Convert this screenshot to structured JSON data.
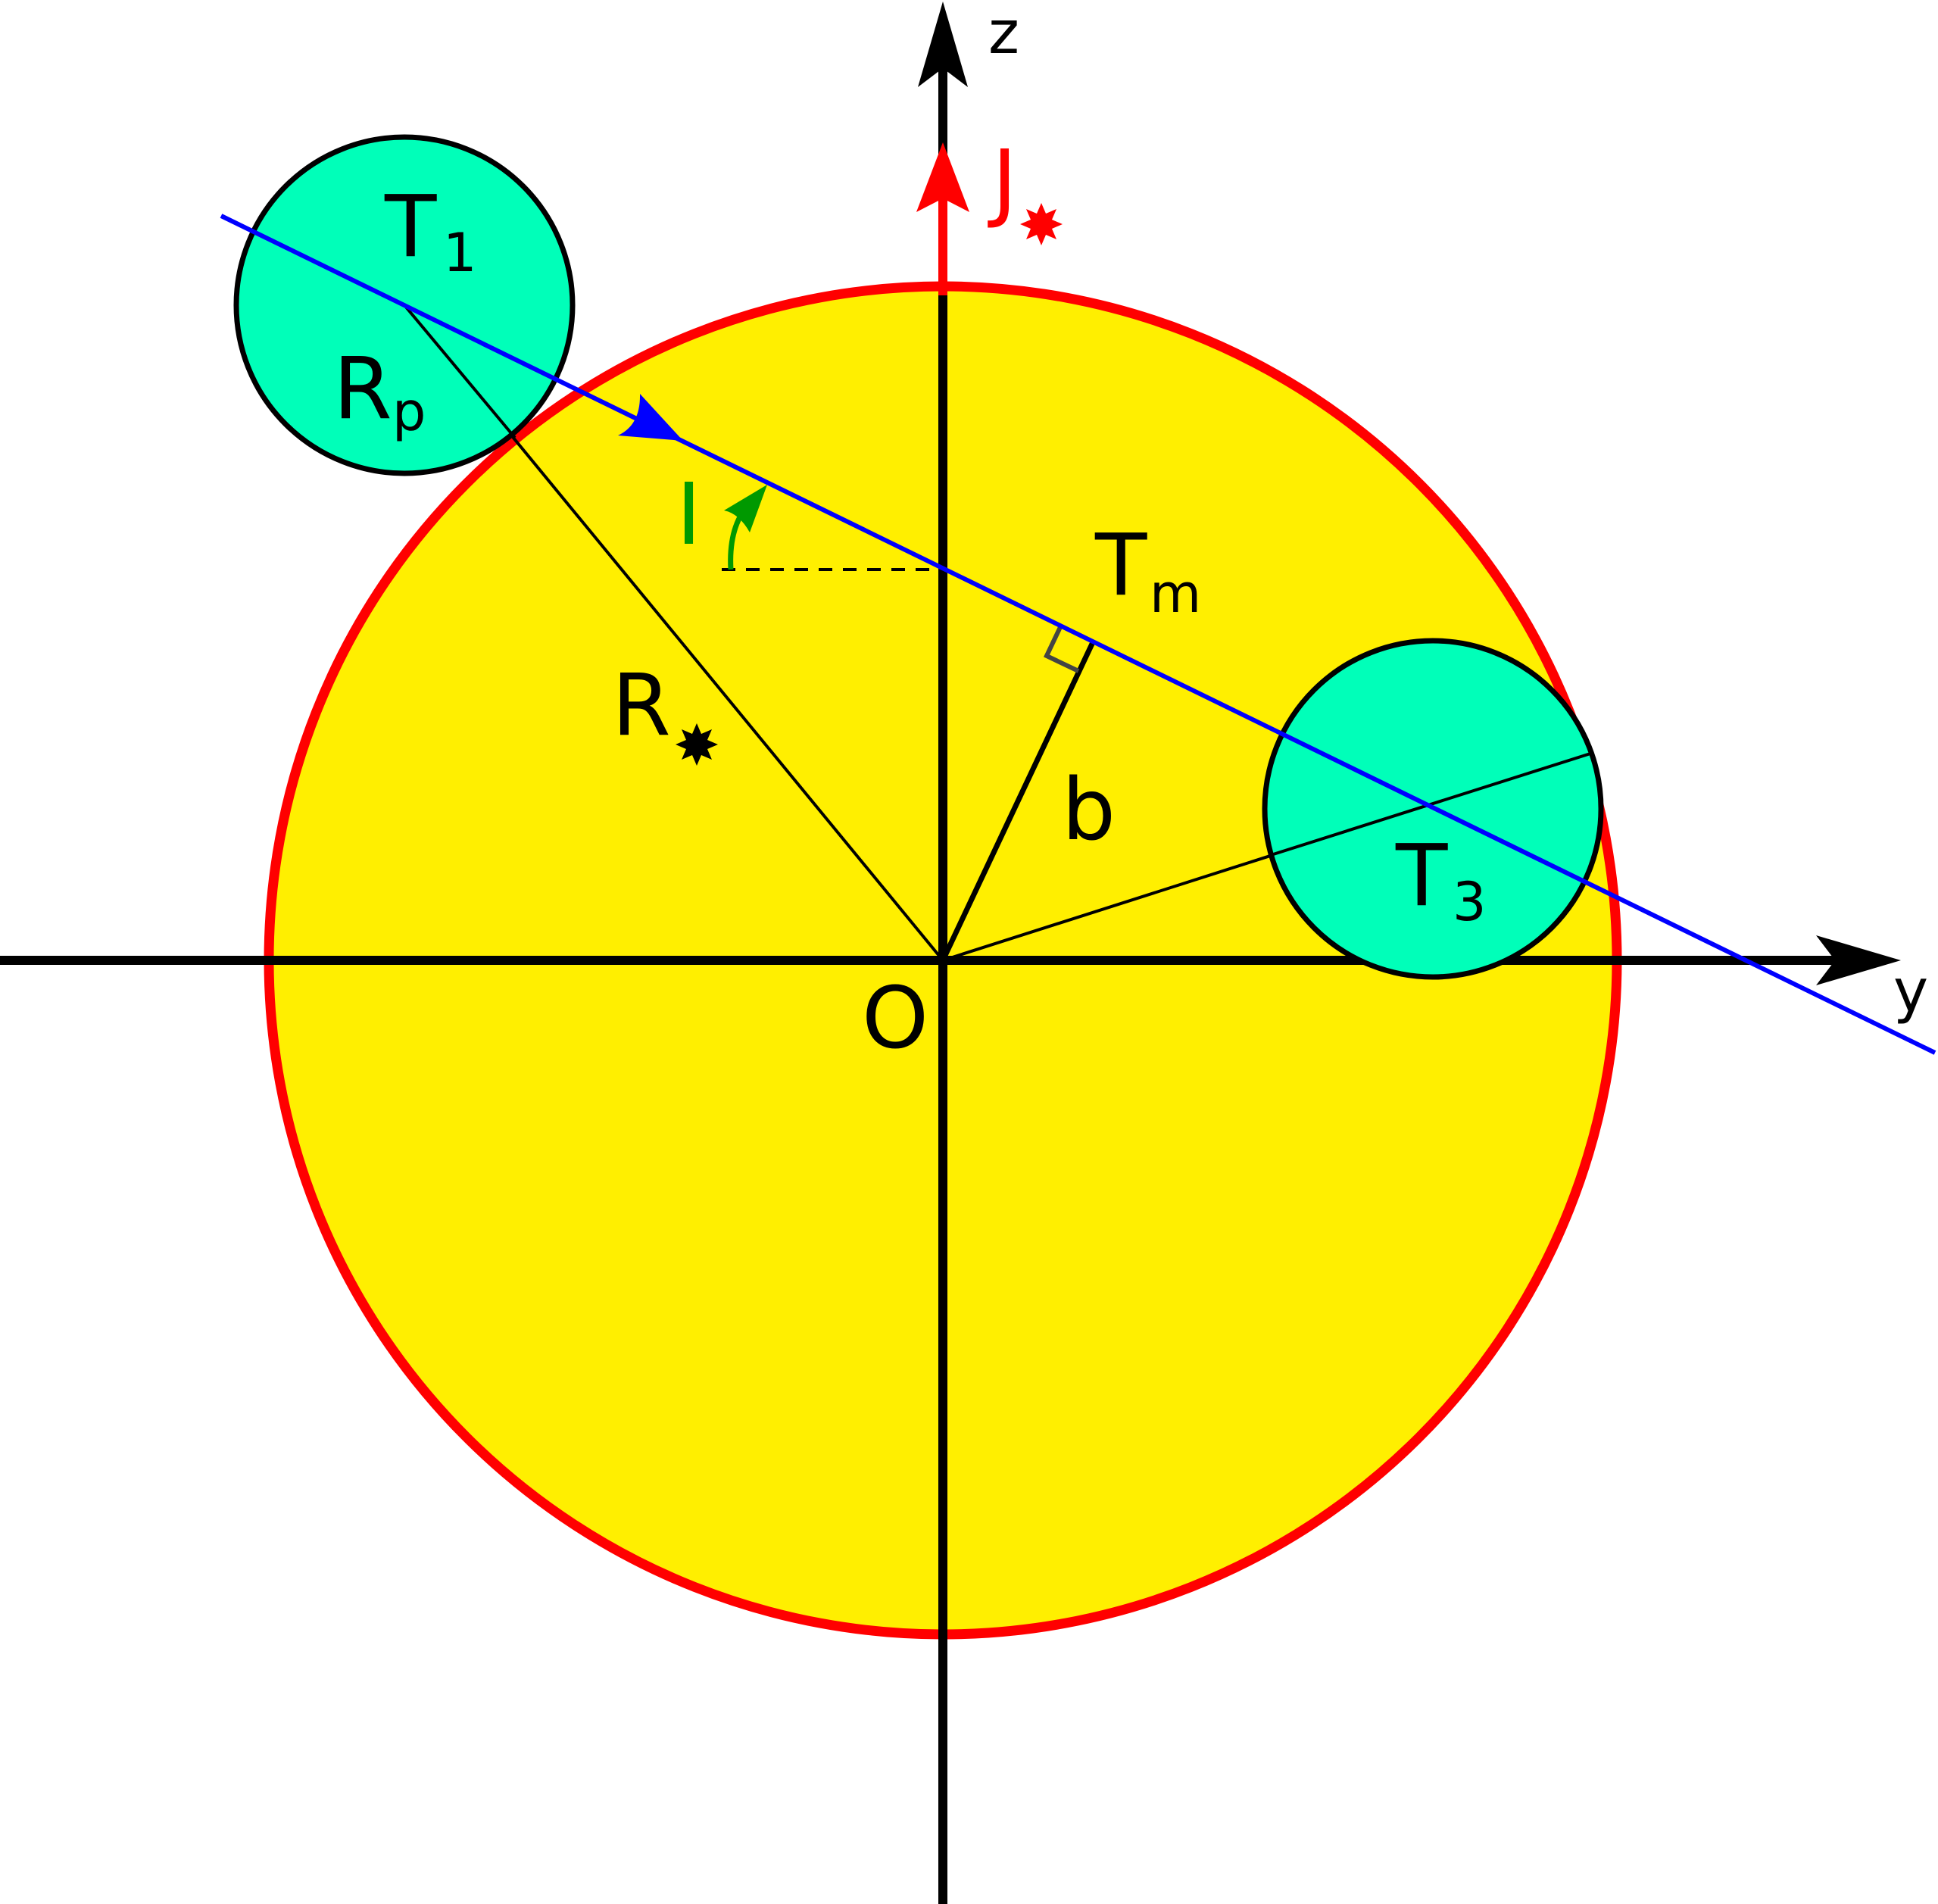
{
  "labels": {
    "z_axis": "z",
    "y_axis": "y",
    "origin": "O",
    "spin_main": "J",
    "t1_main": "T",
    "t1_sub": "1",
    "rp_main": "R",
    "rp_sub": "p",
    "inclination": "I",
    "tm_main": "T",
    "tm_sub": "m",
    "rstar_main": "R",
    "impact": "b",
    "t3_main": "T",
    "t3_sub": "3"
  },
  "colors": {
    "star_fill": "#FFEF00",
    "star_edge": "#FF0000",
    "planet_fill": "#00FFB9",
    "transit_chord": "#0000FF",
    "spin_axis": "#FF0000",
    "inclination_arrow": "#009900",
    "axes": "#000000"
  },
  "icons": {
    "star_symbol": "star-burst-icon",
    "axis_arrow": "arrowhead-icon"
  }
}
